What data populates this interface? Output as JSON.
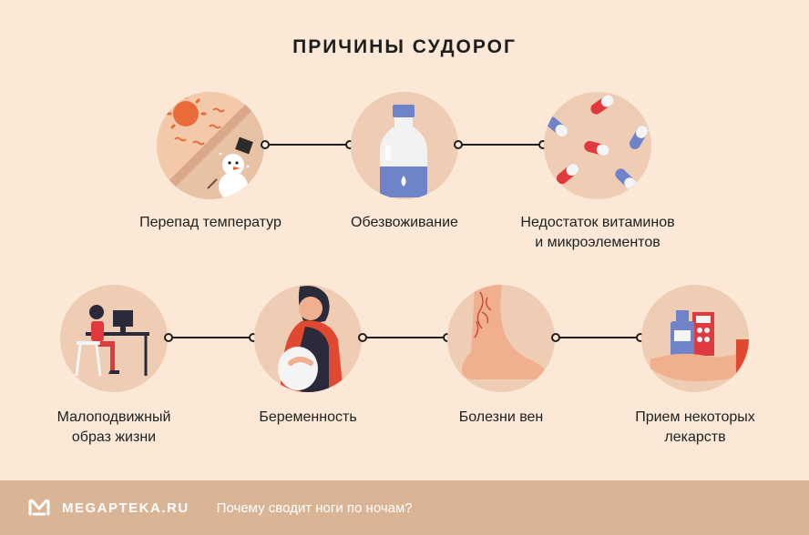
{
  "title": "ПРИЧИНЫ СУДОРОГ",
  "causes": [
    {
      "label": "Перепад температур",
      "icon": "sun-snowman-icon"
    },
    {
      "label": "Обезвоживание",
      "icon": "water-bottle-icon"
    },
    {
      "label": "Недостаток витаминов\nи микроэлементов",
      "icon": "pills-icon"
    },
    {
      "label": "Малоподвижный\nобраз жизни",
      "icon": "office-worker-icon"
    },
    {
      "label": "Беременность",
      "icon": "pregnant-woman-icon"
    },
    {
      "label": "Болезни вен",
      "icon": "leg-veins-icon"
    },
    {
      "label": "Прием некоторых\nлекарств",
      "icon": "hand-medicine-icon"
    }
  ],
  "footer": {
    "brand": "MEGAPTEKA.RU",
    "text": "Почему сводит ноги по ночам?"
  },
  "colors": {
    "background": "#fbe8d6",
    "circle": "#efcdb4",
    "footer": "#dab595",
    "accent_red": "#e03a3e",
    "accent_blue": "#6f83c8"
  }
}
